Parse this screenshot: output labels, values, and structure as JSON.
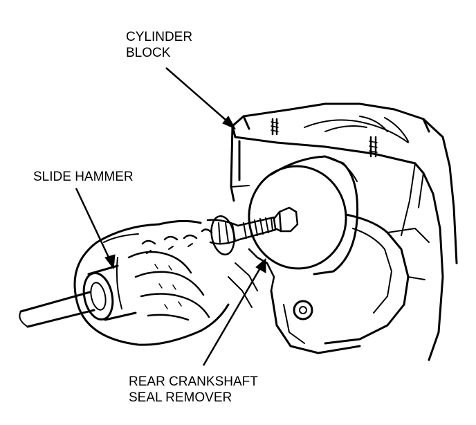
{
  "labels": {
    "cylinder_block": [
      "CYLINDER",
      "BLOCK"
    ],
    "slide_hammer": "SLIDE HAMMER",
    "seal_remover": [
      "REAR CRANKSHAFT",
      "SEAL REMOVER"
    ]
  },
  "colors": {
    "ink": "#000000",
    "paper": "#ffffff"
  }
}
